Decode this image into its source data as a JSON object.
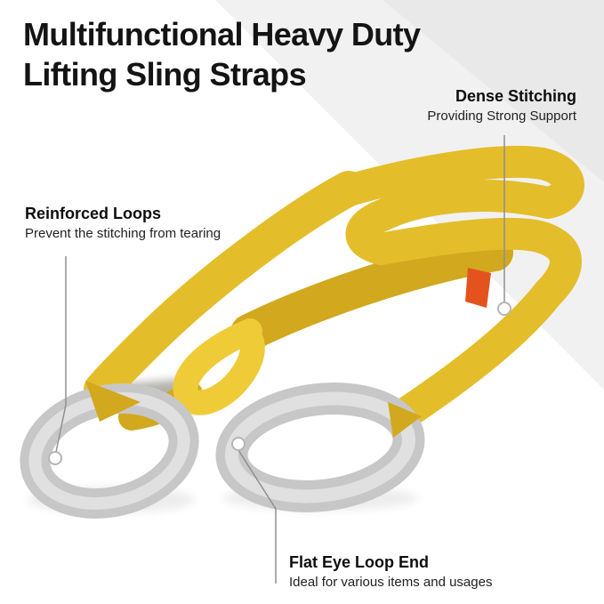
{
  "title": {
    "line1": "Multifunctional Heavy Duty",
    "line2": "Lifting Sling Straps"
  },
  "annotations": {
    "dense_stitching": {
      "label": "Dense Stitching",
      "description": "Providing Strong Support"
    },
    "reinforced_loops": {
      "label": "Reinforced Loops",
      "description": "Prevent the stitching from tearing"
    },
    "flat_eye_loop_end": {
      "label": "Flat Eye Loop End",
      "description": "Ideal for various items and usages"
    }
  },
  "colors": {
    "strap_yellow": "#E4BD2B",
    "strap_yellow_deep": "#D2A81F",
    "strap_yellow_bright": "#EFCB38",
    "eye_loop_gray": "#C7C7C7",
    "eye_loop_gray_light": "#E0E0E0",
    "tag_orange": "#E4531E",
    "callout_line": "#909090",
    "background_shade_1": "#F1F1F1",
    "background_shade_2": "#E9E9E9"
  }
}
